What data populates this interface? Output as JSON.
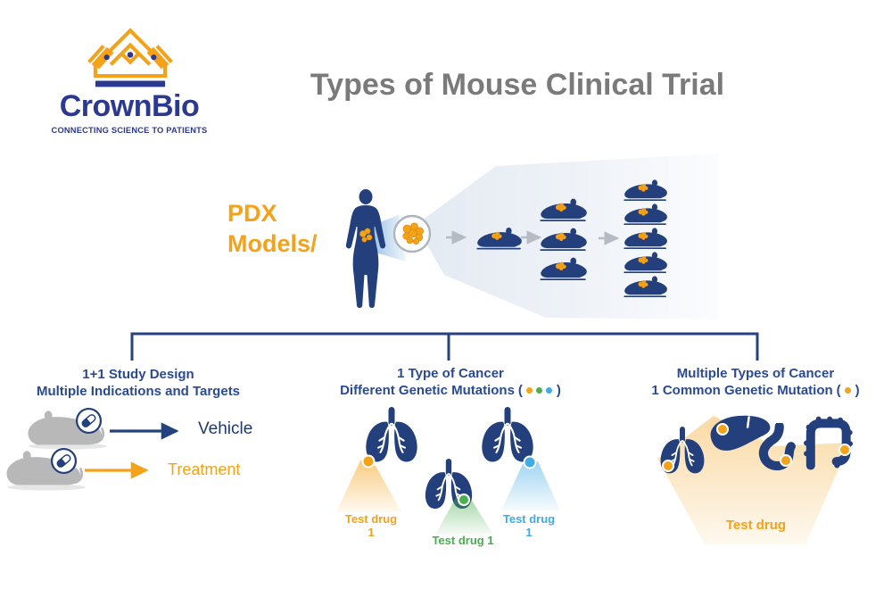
{
  "logo": {
    "name": "CrownBio",
    "tagline": "CONNECTING SCIENCE TO PATIENTS"
  },
  "header": {
    "title": "Types of Mouse Clinical Trial"
  },
  "pdx": {
    "line1": "PDX",
    "line2": "Models/"
  },
  "flow": {
    "stages": [
      1,
      3,
      5
    ]
  },
  "branches": {
    "left": {
      "line1": "1+1 Study Design",
      "line2": "Multiple Indications and Targets",
      "vehicle_label": "Vehicle",
      "treatment_label": "Treatment"
    },
    "middle": {
      "line1": "1 Type of Cancer",
      "line2": "Different Genetic Mutations",
      "paren_open": "(",
      "paren_close": ")",
      "mutation_dot_colors": [
        "#F5A21B",
        "#4BAE4F",
        "#41ABE4"
      ],
      "test_drugs": [
        {
          "label": "Test drug 1",
          "color": "#F5A21B"
        },
        {
          "label": "Test drug 1",
          "color": "#4BAE4F"
        },
        {
          "label": "Test drug 1",
          "color": "#41ABE4"
        }
      ]
    },
    "right": {
      "line1": "Multiple Types of Cancer",
      "line2": "1 Common Genetic Mutation",
      "paren_open": "(",
      "paren_close": ")",
      "mutation_dot_colors": [
        "#F5A21B"
      ],
      "test_drug_label": "Test drug"
    }
  },
  "colors": {
    "brand_navy": "#2B3990",
    "figure_navy": "#24407C",
    "heading_blue": "#2A4A93",
    "vehicle_navy": "#1F3A6E",
    "orange": "#F5A21B",
    "green": "#4BAE4F",
    "light_blue": "#41ABE4",
    "title_gray": "#7A7A7A",
    "mouse_gray": "#B8B8B8",
    "arrow_gray": "#B6BBC3"
  }
}
